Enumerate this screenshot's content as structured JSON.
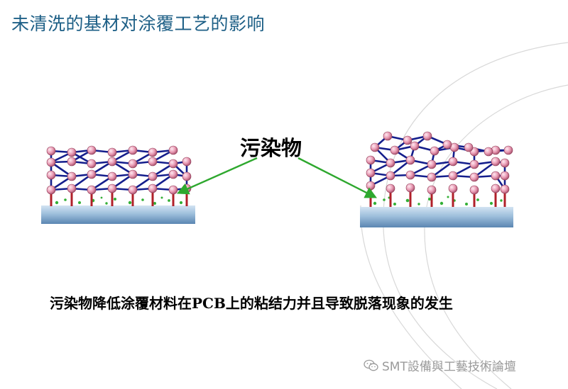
{
  "slide": {
    "title": "未清洗的基材对涂覆工艺的影响",
    "contaminant_label": "污染物",
    "caption": "污染物降低涂覆材料在PCB上的粘结力并且导致脱落现象的发生",
    "watermark": "SMT設備與工藝技術論壇",
    "watermark_icon": "wechat-icon"
  },
  "colors": {
    "title": "#1d5f86",
    "substrate_top": "#c9dcee",
    "substrate_bottom": "#5d8ab5",
    "bond_blue": "#141e8c",
    "bond_red": "#b0202a",
    "node_pink": "#e89ab3",
    "contaminant_green": "#33b036",
    "arrow_green": "#2ea82e"
  }
}
